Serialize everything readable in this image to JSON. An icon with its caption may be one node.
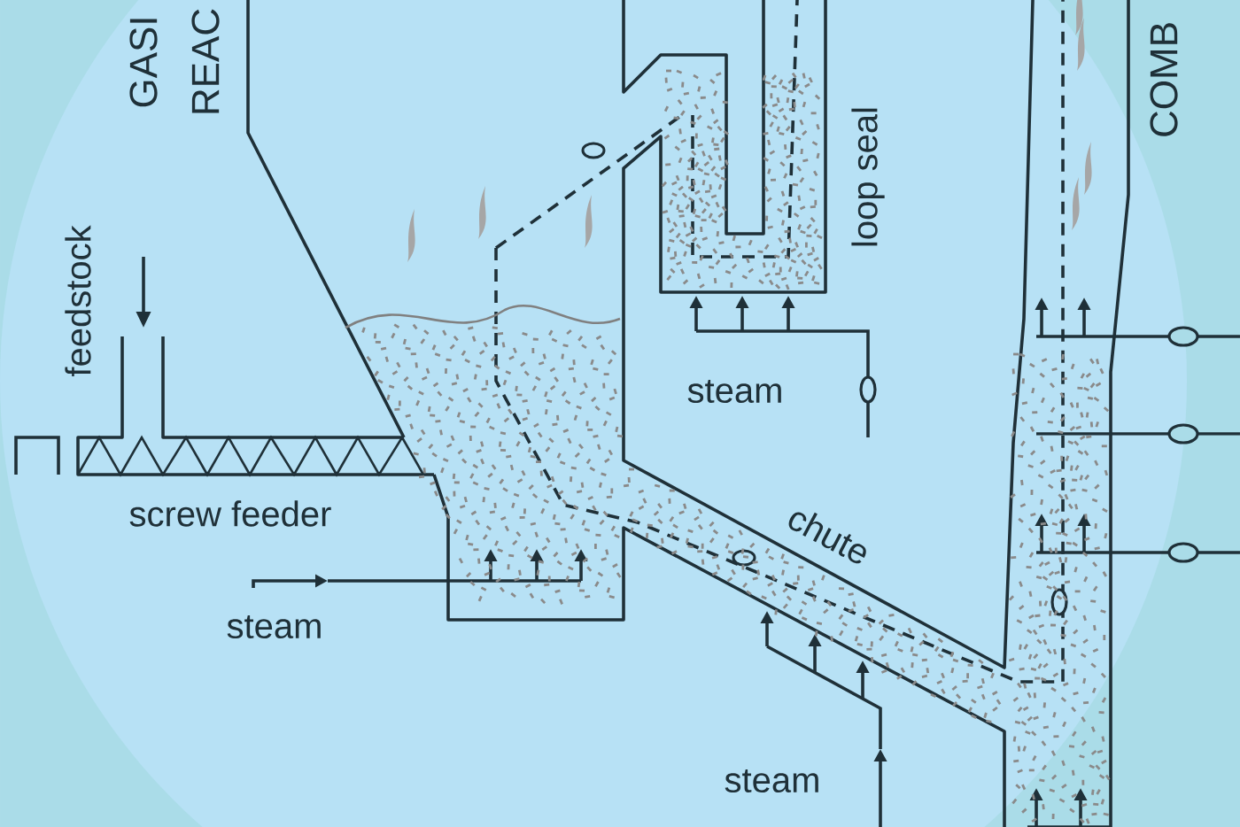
{
  "diagram": {
    "labels": [
      "GASI",
      "REAC",
      "feedstock",
      "loop seal",
      "COMB",
      "screw feeder",
      "steam",
      "chute",
      "steam",
      "steam"
    ]
  }
}
